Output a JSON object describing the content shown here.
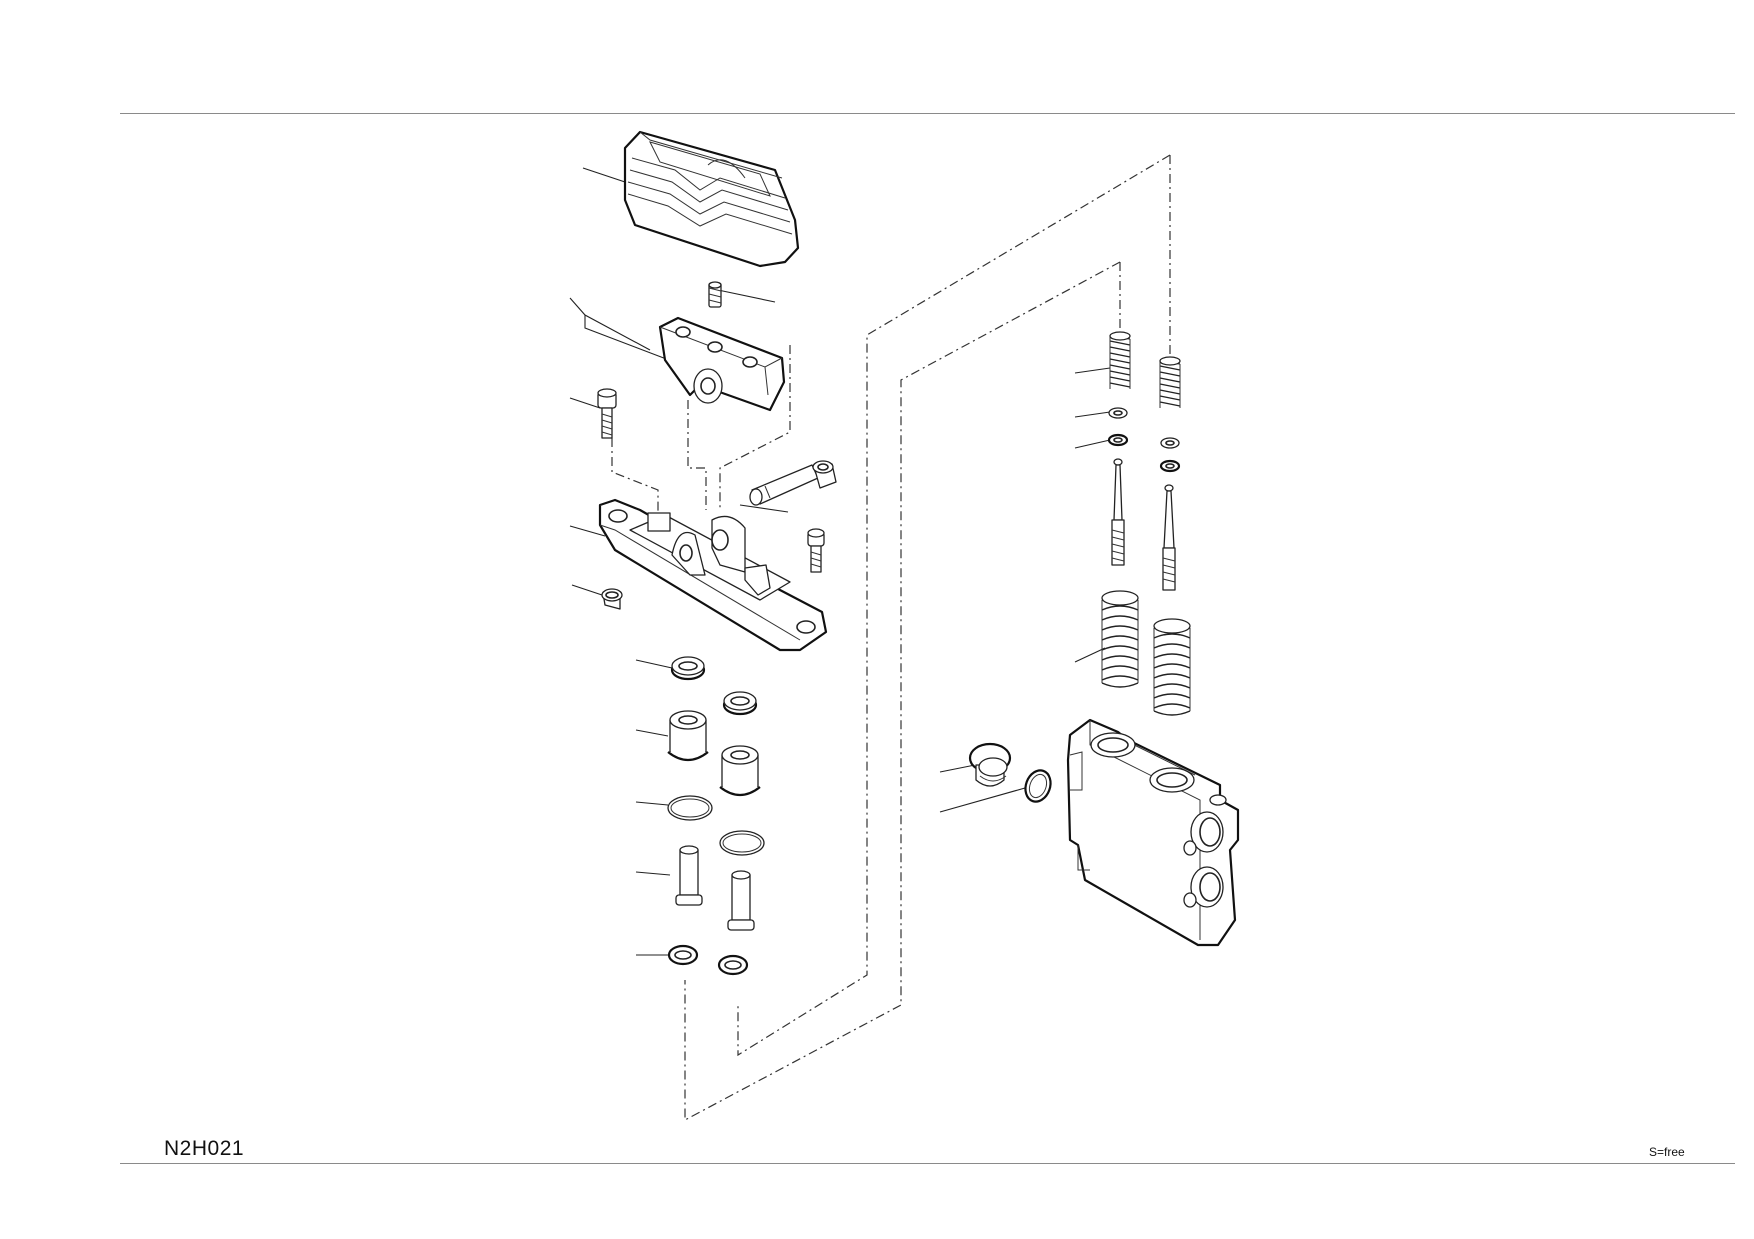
{
  "drawing": {
    "code": "N2H021",
    "scale_note": "S=free"
  },
  "colors": {
    "line": "#222222",
    "rule": "#8a8a8a",
    "background": "#ffffff"
  },
  "parts": [
    {
      "id": "rubber-boot",
      "icon": "boot-icon"
    },
    {
      "id": "top-screw",
      "icon": "screw-icon"
    },
    {
      "id": "lever-bracket",
      "icon": "bracket-icon"
    },
    {
      "id": "cap-screw-left",
      "icon": "bolt-icon"
    },
    {
      "id": "pin",
      "icon": "pin-icon"
    },
    {
      "id": "bushing-small",
      "icon": "bushing-icon"
    },
    {
      "id": "cap-screw-right",
      "icon": "bolt-icon"
    },
    {
      "id": "base-plate",
      "icon": "plate-icon"
    },
    {
      "id": "bushing-left",
      "icon": "bushing-icon"
    },
    {
      "id": "seal-ring",
      "icon": "seal-icon"
    },
    {
      "id": "guide-bushing",
      "icon": "bushing-icon"
    },
    {
      "id": "o-ring",
      "icon": "o-ring-icon"
    },
    {
      "id": "plunger",
      "icon": "plunger-icon"
    },
    {
      "id": "circlip",
      "icon": "circlip-icon"
    },
    {
      "id": "spring-small",
      "icon": "spring-icon"
    },
    {
      "id": "washer",
      "icon": "washer-icon"
    },
    {
      "id": "spool",
      "icon": "spool-icon"
    },
    {
      "id": "spring-large",
      "icon": "spring-icon"
    },
    {
      "id": "plug",
      "icon": "plug-icon"
    },
    {
      "id": "plug-o-ring",
      "icon": "o-ring-icon"
    },
    {
      "id": "valve-body",
      "icon": "valve-body-icon"
    }
  ]
}
